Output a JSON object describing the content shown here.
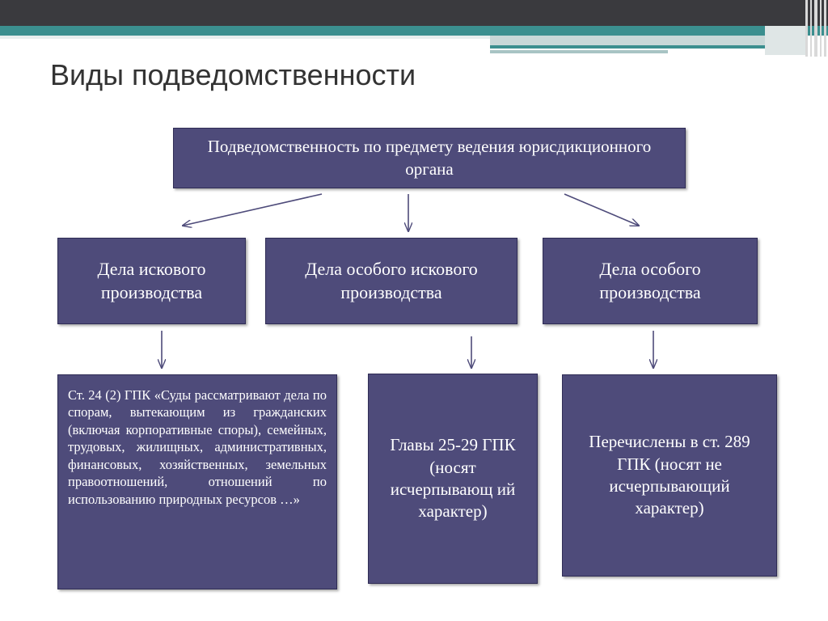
{
  "slide": {
    "title": "Виды подведомственности"
  },
  "diagram": {
    "root": "Подведомственность по предмету ведения юрисдикционного органа",
    "categories": [
      "Дела искового производства",
      "Дела особого искового производства",
      "Дела особого производства"
    ],
    "details": [
      "Ст. 24 (2) ГПК «Суды рассматривают дела по спорам, вытекающим из гражданских (включая корпоративные споры), семейных, трудовых, жилищных, административных, финансовых, хозяйственных, земельных правоотношений, отношений по использованию природных ресурсов …»",
      "Главы 25-29 ГПК (носят исчерпывающ ий характер)",
      "Перечислены в ст. 289 ГПК (носят не исчерпывающий характер)"
    ]
  },
  "colors": {
    "box_fill": "#4e4b7a",
    "box_border": "#2f2c55",
    "arrow": "#4e4b7a",
    "header_dark": "#3a3a3e",
    "header_teal": "#3b8f8f"
  }
}
